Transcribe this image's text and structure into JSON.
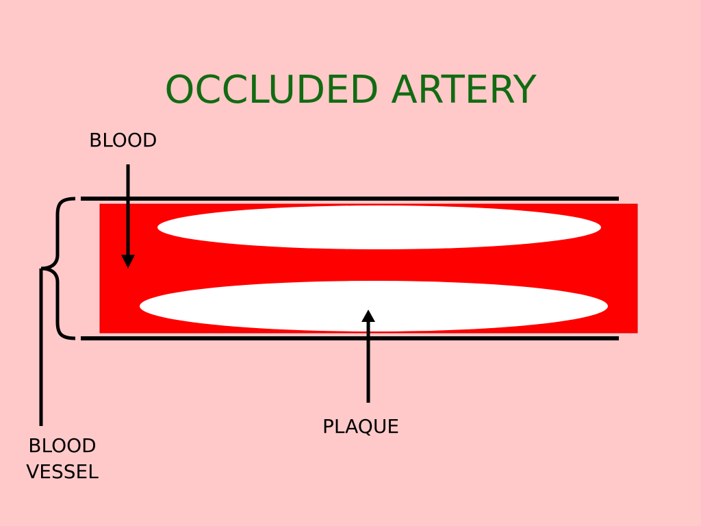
{
  "title": "OCCLUDED ARTERY",
  "labels": {
    "blood": "BLOOD",
    "plaque": "PLAQUE",
    "blood_vessel_line1": "BLOOD",
    "blood_vessel_line2": "VESSEL"
  },
  "colors": {
    "background": "#ffc9c9",
    "title": "#126b12",
    "blood": "#ff0000",
    "plaque": "#ffffff",
    "vessel_wall": "#000000"
  }
}
